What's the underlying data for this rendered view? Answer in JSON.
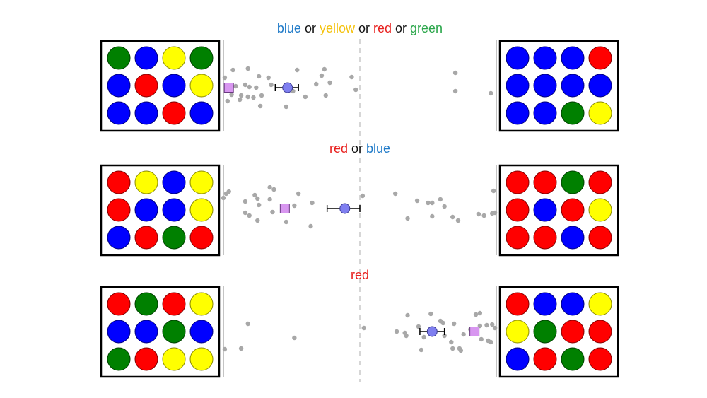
{
  "colors": {
    "blue": "#0000ff",
    "red": "#ff0000",
    "green": "#008000",
    "yellow": "#ffff00",
    "text_blue": "#1f7ac8",
    "text_yellow": "#f4c20d",
    "text_red": "#e8201e",
    "text_green": "#2aa64a",
    "text_black": "#111111",
    "dot": "#a8a8a8",
    "mean_fill": "#7f7ff0",
    "square_fill": "#d896f0"
  },
  "chart_data": {
    "type": "scatter",
    "xlim": [
      -1,
      1
    ],
    "panels": [
      {
        "title_parts": [
          {
            "text": "blue",
            "color": "text_blue"
          },
          {
            "text": " or ",
            "color": "text_black"
          },
          {
            "text": "yellow",
            "color": "text_yellow"
          },
          {
            "text": " or ",
            "color": "text_black"
          },
          {
            "text": "red",
            "color": "text_red"
          },
          {
            "text": " or ",
            "color": "text_black"
          },
          {
            "text": "green",
            "color": "text_green"
          }
        ],
        "left_grid": [
          [
            "green",
            "blue",
            "yellow",
            "green"
          ],
          [
            "blue",
            "red",
            "blue",
            "yellow"
          ],
          [
            "blue",
            "blue",
            "red",
            "blue"
          ]
        ],
        "right_grid": [
          [
            "blue",
            "blue",
            "blue",
            "red"
          ],
          [
            "blue",
            "blue",
            "blue",
            "blue"
          ],
          [
            "blue",
            "blue",
            "green",
            "yellow"
          ]
        ],
        "points": [
          -0.93,
          -0.82,
          -0.99,
          -0.74,
          -0.67,
          -0.46,
          -0.26,
          -0.28,
          -0.06,
          -0.91,
          -0.84,
          -0.81,
          -0.76,
          -0.65,
          -0.32,
          -0.22,
          -0.03,
          -0.49,
          -0.94,
          -0.87,
          -0.82,
          -0.78,
          -0.72,
          -0.4,
          -0.25,
          -0.97,
          -0.88,
          -0.73,
          -0.54,
          0.7,
          0.7,
          0.96
        ],
        "mean": -0.53,
        "ci": [
          -0.62,
          -0.45
        ],
        "model": -0.96
      },
      {
        "title_parts": [
          {
            "text": "red",
            "color": "text_red"
          },
          {
            "text": " or ",
            "color": "text_black"
          },
          {
            "text": "blue",
            "color": "text_blue"
          }
        ],
        "left_grid": [
          [
            "red",
            "yellow",
            "blue",
            "yellow"
          ],
          [
            "red",
            "blue",
            "blue",
            "yellow"
          ],
          [
            "blue",
            "red",
            "green",
            "red"
          ]
        ],
        "right_grid": [
          [
            "red",
            "red",
            "green",
            "red"
          ],
          [
            "red",
            "blue",
            "red",
            "yellow"
          ],
          [
            "red",
            "red",
            "blue",
            "red"
          ]
        ],
        "points": [
          -1.0,
          -0.98,
          -0.96,
          -0.66,
          -0.63,
          -0.77,
          -0.75,
          -0.84,
          -0.66,
          -0.45,
          -0.74,
          -0.48,
          -0.35,
          -0.84,
          -0.81,
          -0.64,
          -0.75,
          -0.54,
          -0.36,
          0.02,
          0.26,
          0.42,
          0.5,
          0.53,
          0.59,
          0.62,
          0.35,
          0.53,
          0.68,
          0.72,
          0.87,
          0.91,
          0.97,
          0.99,
          0.98
        ],
        "mean": -0.11,
        "ci": [
          -0.24,
          0.0
        ],
        "model": -0.55
      },
      {
        "title_parts": [
          {
            "text": "red",
            "color": "text_red"
          }
        ],
        "left_grid": [
          [
            "red",
            "green",
            "red",
            "yellow"
          ],
          [
            "blue",
            "blue",
            "green",
            "blue"
          ],
          [
            "green",
            "red",
            "yellow",
            "yellow"
          ]
        ],
        "right_grid": [
          [
            "red",
            "blue",
            "blue",
            "yellow"
          ],
          [
            "yellow",
            "green",
            "red",
            "red"
          ],
          [
            "blue",
            "red",
            "green",
            "red"
          ]
        ],
        "points": [
          -0.82,
          -0.48,
          -0.99,
          -0.87,
          0.03,
          0.35,
          0.52,
          0.59,
          0.61,
          0.69,
          0.85,
          0.88,
          0.43,
          0.27,
          0.33,
          0.34,
          0.47,
          0.62,
          0.76,
          0.88,
          0.93,
          0.97,
          0.99,
          0.81,
          0.89,
          0.94,
          0.96,
          0.67,
          0.45,
          0.68,
          0.73,
          0.74
        ],
        "mean": 0.53,
        "ci": [
          0.44,
          0.62
        ],
        "model": 0.84
      }
    ]
  }
}
